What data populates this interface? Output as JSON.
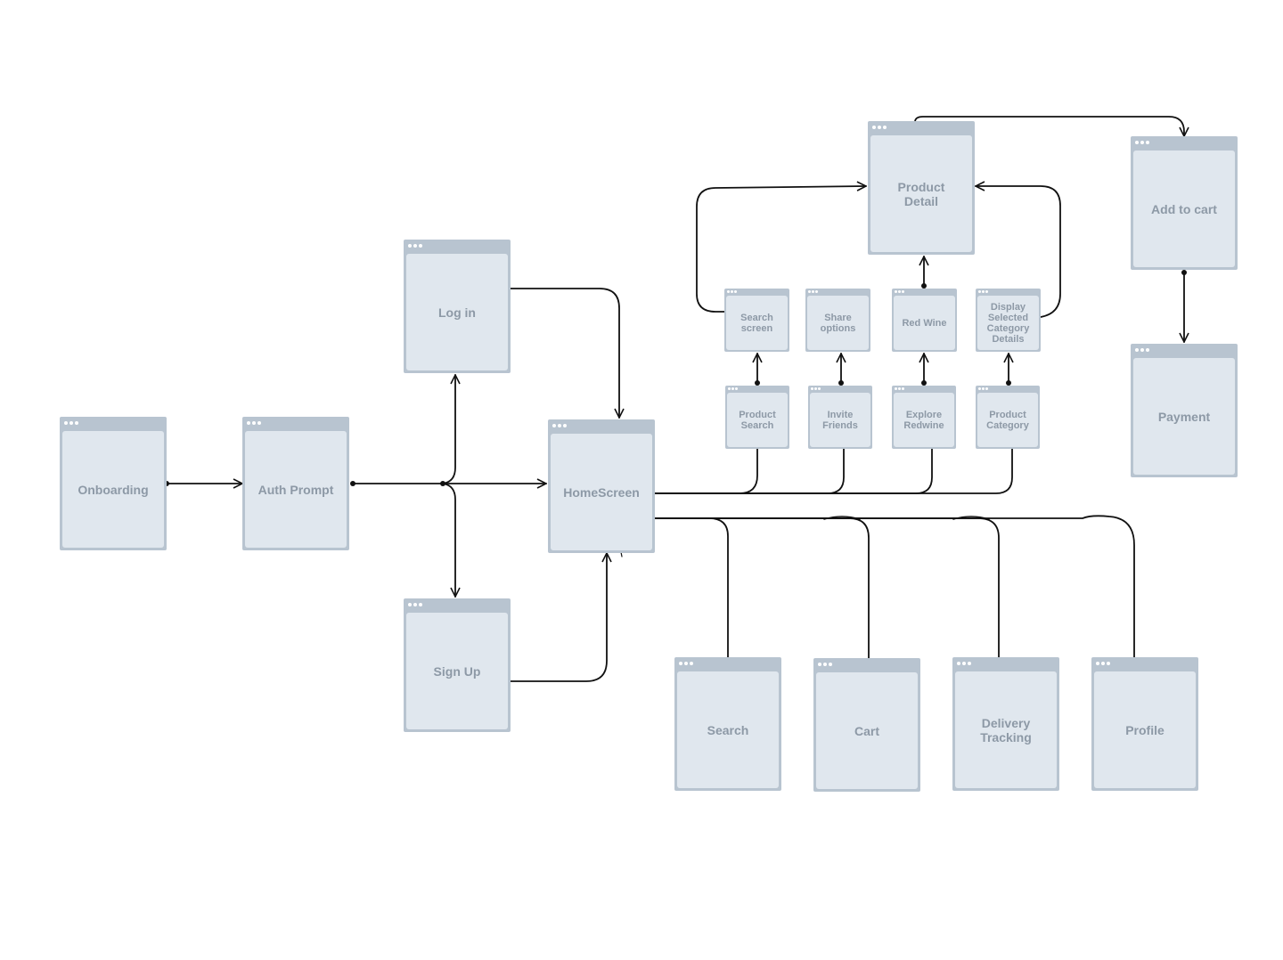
{
  "nodes": {
    "onboarding": "Onboarding",
    "auth_prompt": "Auth Prompt",
    "log_in": "Log in",
    "sign_up": "Sign Up",
    "homescreen": "HomeScreen",
    "search": "Search",
    "cart": "Cart",
    "delivery_tracking": "Delivery\nTracking",
    "profile": "Profile",
    "product_search": "Product\nSearch",
    "invite_friends": "Invite\nFriends",
    "explore_redwine": "Explore\nRedwine",
    "product_category": "Product\nCategory",
    "search_screen": "Search\nscreen",
    "share_options": "Share\noptions",
    "red_wine": "Red Wine",
    "display_selected_category_details": "Display\nSelected\nCategory\nDetails",
    "product_detail": "Product\nDetail",
    "add_to_cart": "Add to cart",
    "payment": "Payment"
  },
  "colors": {
    "frame": "#b8c4d0",
    "screen_body": "#e0e7ee",
    "label": "#8d99a6",
    "connector": "#111111"
  }
}
